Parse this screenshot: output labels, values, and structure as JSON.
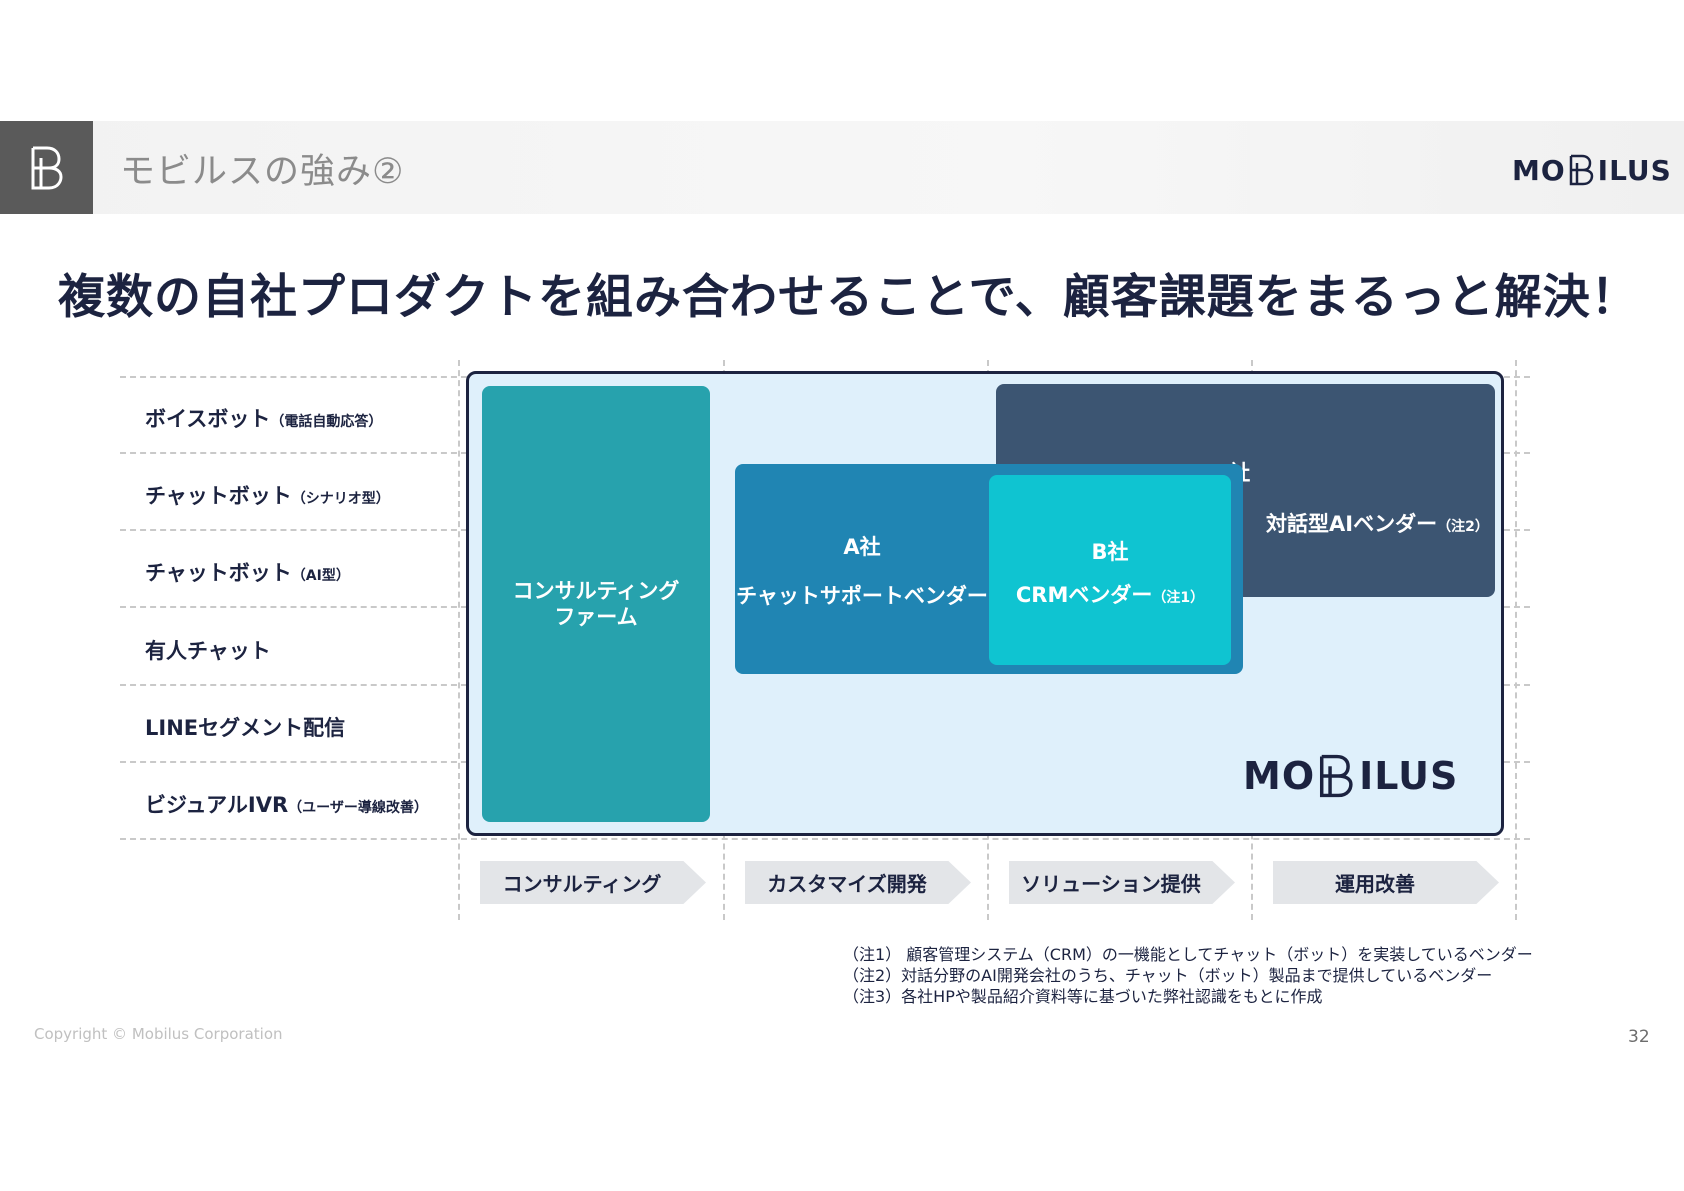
{
  "header": {
    "title": "モビルスの強み②",
    "logo_left": "MO",
    "logo_right": "ILUS"
  },
  "headline": "複数の自社プロダクトを組み合わせることで、顧客課題をまるっと解決！",
  "rows": [
    {
      "label": "ボイスボット",
      "sub": "（電話自動応答）"
    },
    {
      "label": "チャットボット",
      "sub": "（シナリオ型）"
    },
    {
      "label": "チャットボット",
      "sub": "（AI型）"
    },
    {
      "label": "有人チャット",
      "sub": ""
    },
    {
      "label": "LINEセグメント配信",
      "sub": ""
    },
    {
      "label": "ビジュアルIVR",
      "sub": "（ユーザー導線改善）"
    }
  ],
  "boxes": {
    "consulting": {
      "line1": "コンサルティング",
      "line2": "ファーム"
    },
    "a": {
      "name": "A社",
      "desc": "チャットサポートベンダー"
    },
    "b": {
      "name": "B社",
      "desc": "CRMベンダー",
      "note": "（注1）"
    },
    "c": {
      "name": "C社",
      "desc": "対話型AIベンダー",
      "note": "（注2）"
    }
  },
  "frame_logo": {
    "left": "MO",
    "right": "ILUS"
  },
  "phases": [
    "コンサルティング",
    "カスタマイズ開発",
    "ソリューション提供",
    "運用改善"
  ],
  "notes": [
    "（注1） 顧客管理システム（CRM）の一機能としてチャット（ボット）を実装しているベンダー",
    "（注2）対話分野のAI開発会社のうち、チャット（ボット）製品まで提供しているベンダー",
    "（注3）各社HPや製品紹介資料等に基づいた弊社認識をもとに作成"
  ],
  "footer": {
    "copyright": "Copyright © Mobilus Corporation",
    "page": "32"
  },
  "colors": {
    "navy": "#1c2340",
    "consulting": "#27a2ad",
    "company_a": "#2085b3",
    "company_b": "#0fc4d1",
    "company_c": "#3c5572",
    "frame_bg": "#dff0fb"
  }
}
